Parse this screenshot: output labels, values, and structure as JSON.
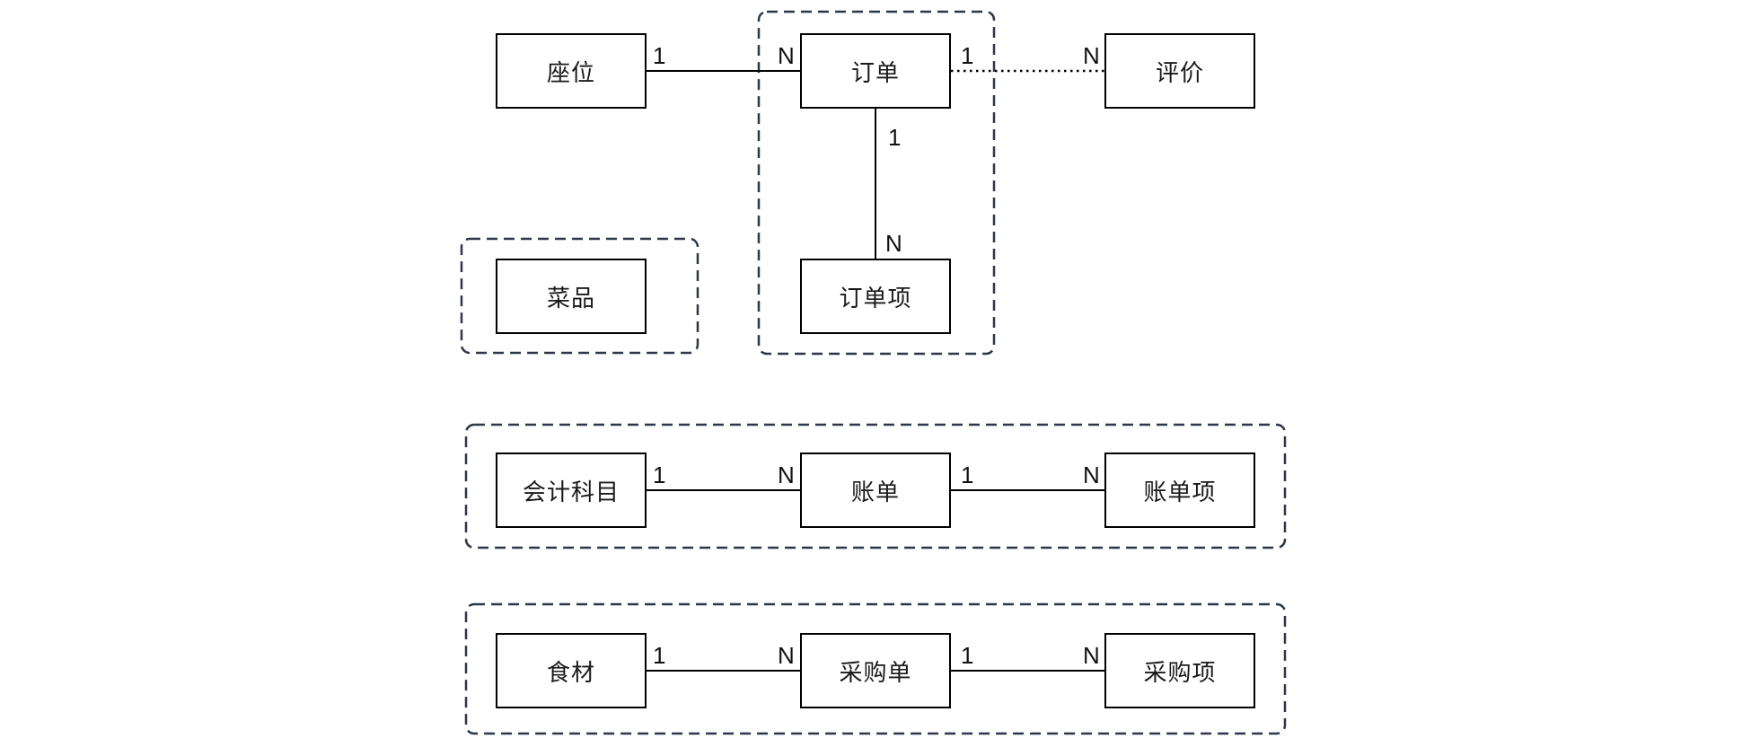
{
  "diagram": {
    "title": "restaurant-er-diagram",
    "colors": {
      "background": "#ffffff",
      "entity_border": "#000000",
      "entity_fill": "#ffffff",
      "group_border": "#2d3748",
      "relation_line": "#000000",
      "text": "#1a1a1a"
    },
    "entities": [
      {
        "id": "seat",
        "label": "座位"
      },
      {
        "id": "order",
        "label": "订单"
      },
      {
        "id": "review",
        "label": "评价"
      },
      {
        "id": "dish",
        "label": "菜品"
      },
      {
        "id": "order-item",
        "label": "订单项"
      },
      {
        "id": "account-subject",
        "label": "会计科目"
      },
      {
        "id": "bill",
        "label": "账单"
      },
      {
        "id": "bill-item",
        "label": "账单项"
      },
      {
        "id": "ingredient",
        "label": "食材"
      },
      {
        "id": "purchase-order",
        "label": "采购单"
      },
      {
        "id": "purchase-item",
        "label": "采购项"
      }
    ],
    "relations": [
      {
        "id": "seat-order",
        "from": "座位",
        "to": "订单",
        "from_card": "1",
        "to_card": "N",
        "style": "solid"
      },
      {
        "id": "order-review",
        "from": "订单",
        "to": "评价",
        "from_card": "1",
        "to_card": "N",
        "style": "dotted"
      },
      {
        "id": "order-order-item",
        "from": "订单",
        "to": "订单项",
        "from_card": "1",
        "to_card": "N",
        "style": "solid"
      },
      {
        "id": "subject-bill",
        "from": "会计科目",
        "to": "账单",
        "from_card": "1",
        "to_card": "N",
        "style": "solid"
      },
      {
        "id": "bill-bill-item",
        "from": "账单",
        "to": "账单项",
        "from_card": "1",
        "to_card": "N",
        "style": "solid"
      },
      {
        "id": "ingredient-purchase",
        "from": "食材",
        "to": "采购单",
        "from_card": "1",
        "to_card": "N",
        "style": "solid"
      },
      {
        "id": "purchase-purchase-item",
        "from": "采购单",
        "to": "采购项",
        "from_card": "1",
        "to_card": "N",
        "style": "solid"
      }
    ],
    "groups": [
      {
        "id": "order-group",
        "members": [
          "订单",
          "订单项"
        ]
      },
      {
        "id": "dish-group",
        "members": [
          "菜品"
        ]
      },
      {
        "id": "bill-group",
        "members": [
          "会计科目",
          "账单",
          "账单项"
        ]
      },
      {
        "id": "purchase-group",
        "members": [
          "食材",
          "采购单",
          "采购项"
        ]
      }
    ]
  }
}
